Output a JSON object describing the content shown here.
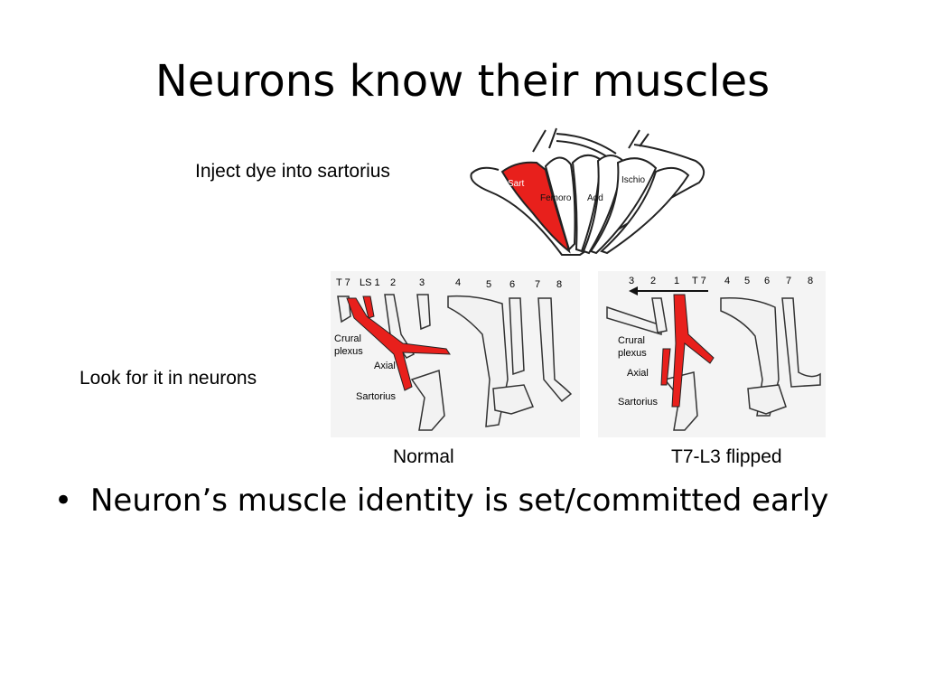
{
  "slide": {
    "title": "Neurons know their muscles",
    "inject_caption": "Inject dye into sartorius",
    "look_caption": "Look for it in neurons",
    "normal_caption": "Normal",
    "flipped_caption": "T7-L3 flipped",
    "bullet_char": "•",
    "bullets": [
      "Neuron’s muscle identity is set/committed early"
    ]
  },
  "muscle_figure": {
    "labels": {
      "sart": "Sart",
      "femoro": "Femoro",
      "add": "Add",
      "ischio": "Ischio"
    },
    "highlight_color": "#e8201c"
  },
  "normal_figure": {
    "segments": [
      "T 7",
      "LS 1",
      "2",
      "3",
      "4",
      "5",
      "6",
      "7",
      "8"
    ],
    "labels": {
      "crural": "Crural",
      "plexus": "plexus",
      "axial": "Axial",
      "sartorius": "Sartorius"
    }
  },
  "flipped_figure": {
    "segments": [
      "3",
      "2",
      "1",
      "T 7",
      "4",
      "5",
      "6",
      "7",
      "8"
    ],
    "labels": {
      "crural": "Crural",
      "plexus": "plexus",
      "axial": "Axial",
      "sartorius": "Sartorius"
    }
  },
  "colors": {
    "dye": "#e8201c",
    "nerve_fill": "#f2f2f2",
    "nerve_stroke": "#222222",
    "panel_bg": "#f4f4f4"
  }
}
